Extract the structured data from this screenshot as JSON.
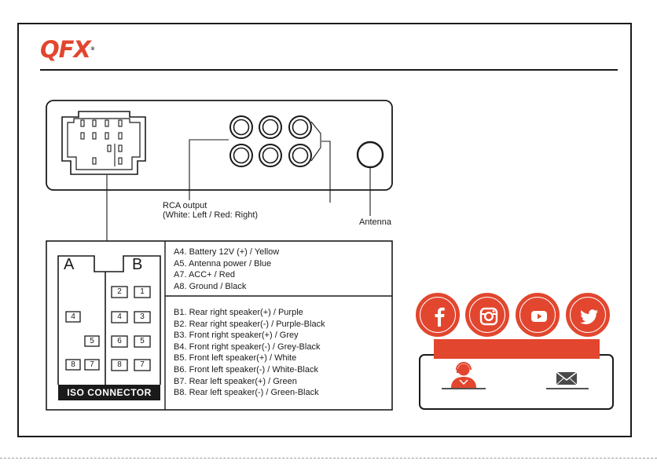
{
  "brand": {
    "logo_text": "QFX",
    "logo_color": "#e2462e"
  },
  "head_unit": {
    "rca_output_label": "RCA output",
    "rca_output_sublabel": "(White: Left / Red: Right)",
    "antenna_label": "Antenna"
  },
  "iso_connector": {
    "block_a_label": "A",
    "block_b_label": "B",
    "banner": "ISO CONNECTOR",
    "a_pins": [
      "4",
      "5",
      "8",
      "7"
    ],
    "b_pins": [
      "2",
      "1",
      "4",
      "3",
      "6",
      "5",
      "8",
      "7"
    ],
    "a_wires": [
      "A4. Battery 12V (+) / Yellow",
      "A5. Antenna power / Blue",
      "A7. ACC+ / Red",
      "A8. Ground / Black"
    ],
    "b_wires": [
      "B1. Rear right speaker(+) / Purple",
      "B2. Rear right speaker(-) / Purple-Black",
      "B3. Front right speaker(+) / Grey",
      "B4. Front right speaker(-) / Grey-Black",
      "B5. Front left speaker(+) / White",
      "B6. Front left speaker(-) / White-Black",
      "B7. Rear left speaker(+) / Green",
      "B8. Rear left speaker(-) / Green-Black"
    ]
  },
  "social": {
    "icons": [
      "facebook-icon",
      "instagram-icon",
      "youtube-icon",
      "twitter-icon"
    ],
    "accent_color": "#e2462e"
  },
  "support": {
    "icons": [
      "customer-support-icon",
      "email-icon"
    ]
  }
}
